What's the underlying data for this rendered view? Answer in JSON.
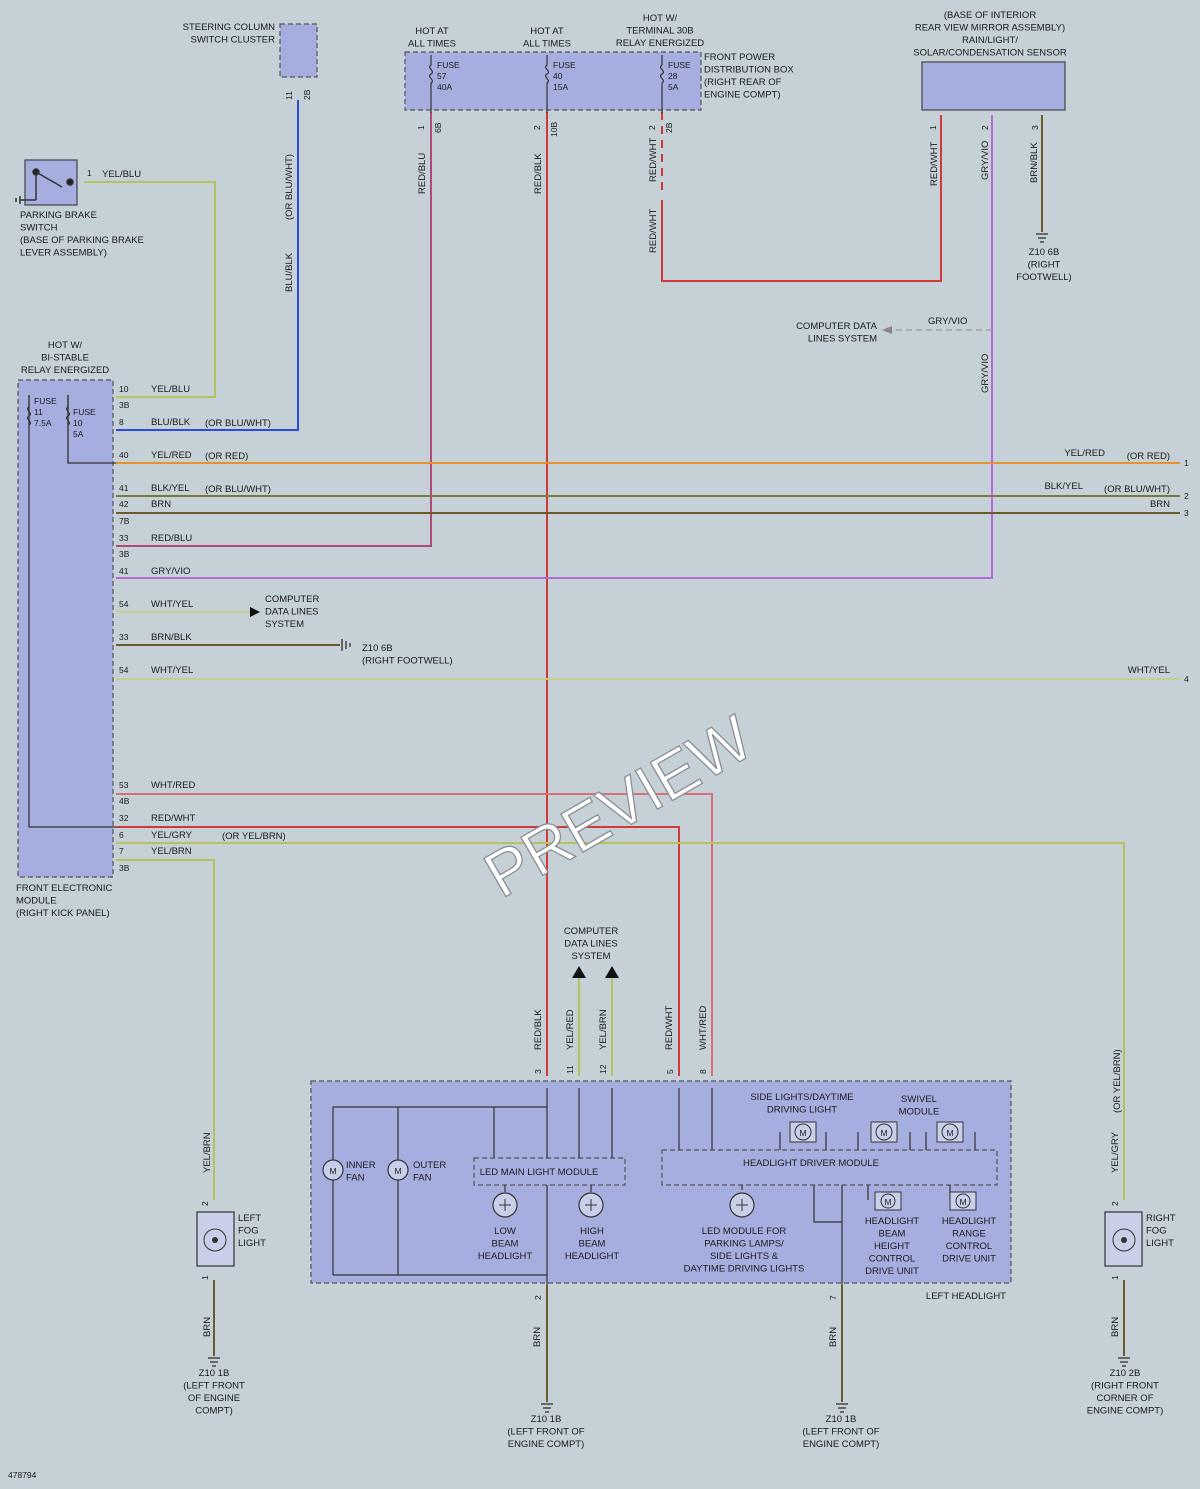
{
  "diagram_id": "478794",
  "watermark": "PREVIEW",
  "components": {
    "steering_column": "STEERING COLUMN|SWITCH CLUSTER",
    "hot_all_times_1": "HOT AT|ALL TIMES",
    "hot_all_times_2": "HOT AT|ALL TIMES",
    "hot_terminal_30b": "HOT W/|TERMINAL 30B|RELAY ENERGIZED",
    "power_dist_box": "FRONT POWER|DISTRIBUTION BOX|(RIGHT REAR OF|ENGINE COMPT)",
    "rear_view_mirror": "(BASE OF INTERIOR|REAR VIEW MIRROR ASSEMBLY)|RAIN/LIGHT/|SOLAR/CONDENSATION SENSOR",
    "parking_brake": "PARKING BRAKE|SWITCH|(BASE OF PARKING BRAKE|LEVER ASSEMBLY)",
    "hot_bistable": "HOT W/|BI-STABLE|RELAY ENERGIZED",
    "front_electronic_module": "FRONT ELECTRONIC|MODULE|(RIGHT KICK PANEL)",
    "computer_data_lines_1": "COMPUTER DATA|LINES SYSTEM",
    "computer_data_lines_2": "COMPUTER|DATA LINES|SYSTEM",
    "computer_data_lines_3": "COMPUTER|DATA LINES|SYSTEM",
    "side_lights_drl": "SIDE LIGHTS/DAYTIME|DRIVING LIGHT",
    "swivel_module": "SWIVEL|MODULE",
    "headlight_driver_module": "HEADLIGHT DRIVER MODULE",
    "led_main_light_module": "LED MAIN LIGHT MODULE",
    "inner_fan": "INNER|FAN",
    "outer_fan": "OUTER|FAN",
    "low_beam": "LOW|BEAM|HEADLIGHT",
    "high_beam": "HIGH|BEAM|HEADLIGHT",
    "led_parking_module": "LED MODULE FOR|PARKING LAMPS/|SIDE LIGHTS &|DAYTIME DRIVING LIGHTS",
    "headlight_beam_height": "HEADLIGHT|BEAM|HEIGHT|CONTROL|DRIVE UNIT",
    "headlight_range": "HEADLIGHT|RANGE|CONTROL|DRIVE UNIT",
    "left_headlight": "LEFT HEADLIGHT",
    "left_fog_light": "LEFT|FOG|LIGHT",
    "right_fog_light": "RIGHT|FOG|LIGHT"
  },
  "fuses": {
    "f57": "FUSE|57|40A",
    "f40": "FUSE|40|15A",
    "f28": "FUSE|28|5A",
    "f11": "FUSE|11|7.5A",
    "f10": "FUSE|10|5A"
  },
  "grounds": {
    "g_mirror": "Z10 6B|(RIGHT|FOOTWELL)",
    "g_fem": "Z10 6B|(RIGHT FOOTWELL)",
    "g_left_fog": "Z10 1B|(LEFT FRONT|OF ENGINE|COMPT)",
    "g_hl_2": "Z10 1B|(LEFT FRONT OF|ENGINE COMPT)",
    "g_hl_7": "Z10 1B|(LEFT FRONT OF|ENGINE COMPT)",
    "g_right_fog": "Z10 2B|(RIGHT FRONT|CORNER OF|ENGINE COMPT)"
  },
  "wire_labels": {
    "w_yelblu_1": "YEL/BLU",
    "w_bluwht_v": "(OR BLU/WHT)",
    "w_blublk_v": "BLU/BLK",
    "w_redblu_v": "RED/BLU",
    "w_redblk_v": "RED/BLK",
    "w_redwht_v1": "RED/WHT",
    "w_redwht_v2": "RED/WHT",
    "w_redwht_m": "RED/WHT",
    "w_gryvio_m": "GRY/VIO",
    "w_brnblk_m": "BRN/BLK",
    "w_gryvio_h": "GRY/VIO",
    "w_gryvio_v2": "GRY/VIO",
    "r10": "YEL/BLU",
    "r8": "BLU/BLK",
    "r8o": "(OR BLU/WHT)",
    "r40": "YEL/RED",
    "r40o": "(OR RED)",
    "r41": "BLK/YEL",
    "r41o": "(OR BLU/WHT)",
    "r42": "BRN",
    "r33": "RED/BLU",
    "r41b": "GRY/VIO",
    "r54": "WHT/YEL",
    "r33b": "BRN/BLK",
    "r54b": "WHT/YEL",
    "r53": "WHT/RED",
    "r32": "RED/WHT",
    "r6": "YEL/GRY",
    "r6o": "(OR YEL/BRN)",
    "r7": "YEL/BRN",
    "right_yelred": "YEL/RED",
    "right_orred": "(OR RED)",
    "right_blkyel": "BLK/YEL",
    "right_orbluwht": "(OR BLU/WHT)",
    "right_brn": "BRN",
    "right_whtyel": "WHT/YEL",
    "hl_redblk": "RED/BLK",
    "hl_yelred": "YEL/RED",
    "hl_yelbrn": "YEL/BRN",
    "hl_redwht": "RED/WHT",
    "hl_whtred": "WHT/RED",
    "fog_l_yelbrn": "YEL/BRN",
    "fog_l_brn": "BRN",
    "hl_brn_2": "BRN",
    "hl_brn_7": "BRN",
    "fog_r_yelgry": "YEL/GRY",
    "fog_r_oryelbrn": "(OR YEL/BRN)",
    "fog_r_brn": "BRN"
  },
  "pins": {
    "p_sc_11": "11",
    "p_sc_2b": "2B",
    "p_pb_1": "1",
    "p_f57_1": "1",
    "p_f57_6b": "6B",
    "p_f40_2": "2",
    "p_f40_10b": "10B",
    "p_f28_2": "2",
    "p_f28_2b": "2B",
    "p_m_1": "1",
    "p_m_2": "2",
    "p_m_3": "3",
    "fem_10": "10",
    "fem_3b_a": "3B",
    "fem_8": "8",
    "fem_40": "40",
    "fem_41": "41",
    "fem_42": "42",
    "fem_7b": "7B",
    "fem_33": "33",
    "fem_3b_b": "3B",
    "fem_41b": "41",
    "fem_54": "54",
    "fem_33b": "33",
    "fem_54b": "54",
    "fem_53": "53",
    "fem_4b": "4B",
    "fem_32": "32",
    "fem_6": "6",
    "fem_7": "7",
    "fem_3b_c": "3B",
    "hl_3": "3",
    "hl_11": "11",
    "hl_12": "12",
    "hl_5": "5",
    "hl_8": "8",
    "hl_b2": "2",
    "hl_b7": "7",
    "lf_2": "2",
    "lf_1": "1",
    "rf_2": "2",
    "rf_1": "1",
    "right_1": "1",
    "right_2": "2",
    "right_3": "3",
    "right_4": "4"
  },
  "colors": {
    "red": "#d23a3a",
    "blue": "#2e4bd8",
    "violet": "#b46ad8",
    "yellow_green": "#b7c25a",
    "orange": "#e8922e",
    "brown": "#6b5a2a",
    "olive": "#7d7840",
    "mauve": "#b04a7a",
    "module_fill": "#a6aee0",
    "background": "#c6d0d7"
  }
}
